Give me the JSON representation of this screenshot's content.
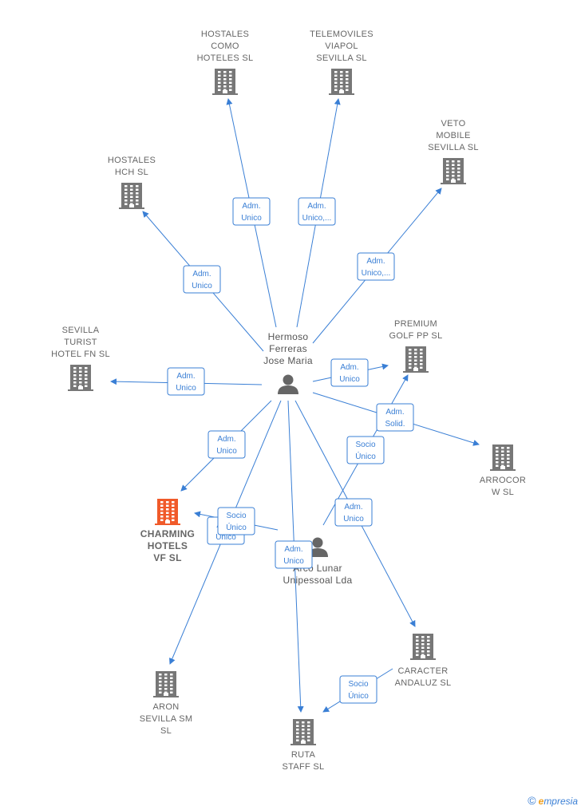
{
  "colors": {
    "edge": "#3a7fd5",
    "building": "#777777",
    "building_main": "#f05a2a",
    "person": "#666666"
  },
  "nodes": [
    {
      "id": "hostales-como",
      "kind": "company",
      "lines": [
        "HOSTALES",
        "COMO",
        "HOTELES SL"
      ]
    },
    {
      "id": "telemoviles",
      "kind": "company",
      "lines": [
        "TELEMOVILES",
        "VIAPOL",
        "SEVILLA  SL"
      ]
    },
    {
      "id": "veto",
      "kind": "company",
      "lines": [
        "VETO",
        "MOBILE",
        "SEVILLA  SL"
      ]
    },
    {
      "id": "hostales-hch",
      "kind": "company",
      "lines": [
        "HOSTALES",
        "HCH SL"
      ]
    },
    {
      "id": "sevilla-turist",
      "kind": "company",
      "lines": [
        "SEVILLA",
        "TURIST",
        "HOTEL FN  SL"
      ]
    },
    {
      "id": "premium-golf",
      "kind": "company",
      "lines": [
        "PREMIUM",
        "GOLF PP  SL"
      ]
    },
    {
      "id": "arrocor",
      "kind": "company",
      "lines": [
        "ARROCOR",
        "W  SL"
      ]
    },
    {
      "id": "charming",
      "kind": "company_main",
      "lines": [
        "CHARMING",
        "HOTELS",
        "VF  SL"
      ]
    },
    {
      "id": "caracter",
      "kind": "company",
      "lines": [
        "CARACTER",
        "ANDALUZ SL"
      ]
    },
    {
      "id": "aron",
      "kind": "company",
      "lines": [
        "ARON",
        "SEVILLA SM",
        "SL"
      ]
    },
    {
      "id": "ruta",
      "kind": "company",
      "lines": [
        "RUTA",
        "STAFF SL"
      ]
    },
    {
      "id": "hermoso",
      "kind": "person",
      "lines": [
        "Hermoso",
        "Ferreras",
        "Jose Maria"
      ]
    },
    {
      "id": "arco",
      "kind": "person",
      "lines": [
        "Arco Lunar",
        "Unipessoal Lda"
      ]
    }
  ],
  "edges": [
    {
      "from": "hermoso",
      "to": "hostales-como",
      "lines": [
        "Adm.",
        "Unico"
      ]
    },
    {
      "from": "hermoso",
      "to": "telemoviles",
      "lines": [
        "Adm.",
        "Unico,..."
      ]
    },
    {
      "from": "hermoso",
      "to": "veto",
      "lines": [
        "Adm.",
        "Unico,..."
      ]
    },
    {
      "from": "hermoso",
      "to": "hostales-hch",
      "lines": [
        "Adm.",
        "Unico"
      ]
    },
    {
      "from": "hermoso",
      "to": "sevilla-turist",
      "lines": [
        "Adm.",
        "Unico"
      ]
    },
    {
      "from": "hermoso",
      "to": "premium-golf",
      "lines": [
        "Adm.",
        "Unico"
      ]
    },
    {
      "from": "hermoso",
      "to": "arrocor",
      "lines": [
        "Adm.",
        "Solid."
      ]
    },
    {
      "from": "hermoso",
      "to": "charming",
      "lines": [
        "Adm.",
        "Unico"
      ]
    },
    {
      "from": "hermoso",
      "to": "caracter",
      "lines": [
        "Adm.",
        "Unico"
      ]
    },
    {
      "from": "hermoso",
      "to": "aron",
      "lines": [
        "Adm.",
        "Unico"
      ]
    },
    {
      "from": "hermoso",
      "to": "ruta",
      "lines": [
        "Adm.",
        "Unico"
      ]
    },
    {
      "from": "arco",
      "to": "charming",
      "lines": [
        "Socio",
        "Único"
      ]
    },
    {
      "from": "arco",
      "to": "premium-golf",
      "lines": [
        "Socio",
        "Único"
      ]
    },
    {
      "from": "caracter",
      "to": "ruta",
      "lines": [
        "Socio",
        "Único"
      ]
    }
  ],
  "footer": {
    "copyright": "©",
    "brand_first": "e",
    "brand_rest": "mpresia"
  }
}
